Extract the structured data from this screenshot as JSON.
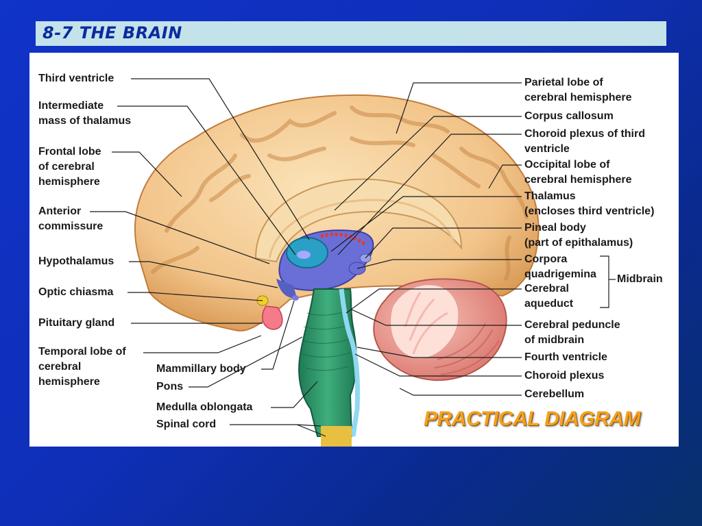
{
  "slide": {
    "title": "8-7 THE BRAIN"
  },
  "figure": {
    "caption": "PRACTICAL DIAGRAM",
    "left_labels": [
      {
        "line1": "Third ventricle"
      },
      {
        "line1": "Intermediate",
        "line2": "mass of thalamus"
      },
      {
        "line1": "Frontal lobe",
        "line2": "of cerebral",
        "line3": "hemisphere"
      },
      {
        "line1": "Anterior",
        "line2": "commissure"
      },
      {
        "line1": "Hypothalamus"
      },
      {
        "line1": "Optic chiasma"
      },
      {
        "line1": "Pituitary gland"
      },
      {
        "line1": "Temporal lobe of",
        "line2": "cerebral",
        "line3": "hemisphere"
      }
    ],
    "bottom_labels": [
      {
        "line1": "Mammillary body"
      },
      {
        "line1": "Pons"
      },
      {
        "line1": "Medulla oblongata"
      },
      {
        "line1": "Spinal cord"
      }
    ],
    "right_labels": [
      {
        "line1": "Parietal lobe of",
        "line2": "cerebral hemisphere"
      },
      {
        "line1": "Corpus callosum"
      },
      {
        "line1": "Choroid plexus of third",
        "line2": "ventricle"
      },
      {
        "line1": "Occipital lobe of",
        "line2": "cerebral hemisphere"
      },
      {
        "line1": "Thalamus",
        "line2": "(encloses third ventricle)"
      },
      {
        "line1": "Pineal body",
        "line2": "(part of epithalamus)"
      },
      {
        "line1": "Corpora",
        "line2": "quadrigemina"
      },
      {
        "line1": "Cerebral",
        "line2": "aqueduct"
      },
      {
        "line1": "Cerebral peduncle",
        "line2": "of midbrain"
      },
      {
        "line1": "Fourth ventricle"
      },
      {
        "line1": "Choroid plexus"
      },
      {
        "line1": "Cerebellum"
      }
    ],
    "group_label": "Midbrain"
  }
}
